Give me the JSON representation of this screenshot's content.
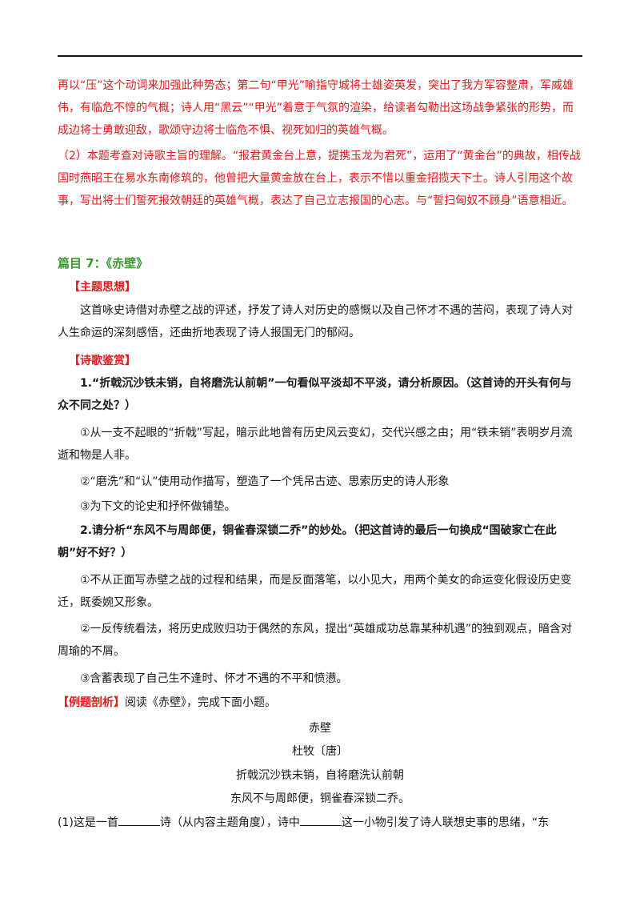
{
  "answer_red": {
    "p1": "再以“压”这个动词来加强此种势态；第二句“甲光”喻指守城将士雄姿英发，突出了我方军容整肃，军威雄伟，有临危不惊的气概；诗人用“黑云”“甲光”着意于气氛的渲染，给读者勾勒出这场战争紧张的形势，而成边将士勇敢迎敌，歌颂守边将士临危不惧、视死如归的英雄气概。",
    "p2": "（2）本题考查对诗歌主旨的理解。“报君黄金台上意，提携玉龙为君死”，运用了“黄金台”的典故，相传战国时燕昭王在易水东南修筑的，他曾把大量黄金放在台上，表示不惜以重金招揽天下士。诗人引用这个故事，写出将士们誓死报效朝廷的英雄气概，表达了自己立志报国的心志。与“誓扫匈奴不顾身”语意相近。"
  },
  "section7": {
    "title": "篇目 7：《赤壁》",
    "theme_label": "【主题思想】",
    "theme_text": "这首咏史诗借对赤壁之战的评述，抒发了诗人对历史的感慨以及自己怀才不遇的苦闷，表现了诗人对人生命运的深刻感悟，还曲折地表现了诗人报国无门的郁闷。",
    "appreciation_label": "【诗歌鉴赏】",
    "q1": "1.“折戟沉沙铁未销，自将磨洗认前朝”一句看似平淡却不平淡，请分析原因。（这首诗的开头有何与众不同之处？）",
    "q1_a1": "①从一支不起眼的“折戟”写起，暗示此地曾有历史风云变幻，交代兴感之由；用“铁未销”表明岁月流逝和物是人非。",
    "q1_a2": "②“磨洗”和“认”使用动作描写，塑造了一个凭吊古迹、思索历史的诗人形象",
    "q1_a3": "③为下文的论史和抒怀做铺垫。",
    "q2": "2.请分析“东风不与周郎便，铜雀春深锁二乔”的妙处。（把这首诗的最后一句换成“国破家亡在此朝”好不好？）",
    "q2_a1": "①不从正面写赤壁之战的过程和结果，而是反面落笔，以小见大，用两个美女的命运变化假设历史变迁，既委婉又形象。",
    "q2_a2": "②一反传统看法，将历史成败归功于偶然的东风，提出“英雄成功总靠某种机遇”的独到观点，暗含对周瑜的不屑。",
    "q2_a3": "③含蓄表现了自己生不逢时、怀才不遇的不平和愤懑。",
    "example_label": "【例题剖析】",
    "example_text": "阅读《赤壁》，完成下面小题。"
  },
  "poem": {
    "title": "赤壁",
    "author": "杜牧〔唐〕",
    "line1": "折戟沉沙铁未销，自将磨洗认前朝",
    "line2": "东风不与周郎便，铜雀春深锁二乔。"
  },
  "question": {
    "part_a": "(1)这是一首",
    "part_b": "诗（从内容主题角度），诗中",
    "part_c": "这一小物引发了诗人联想史事的思绪，“东"
  }
}
